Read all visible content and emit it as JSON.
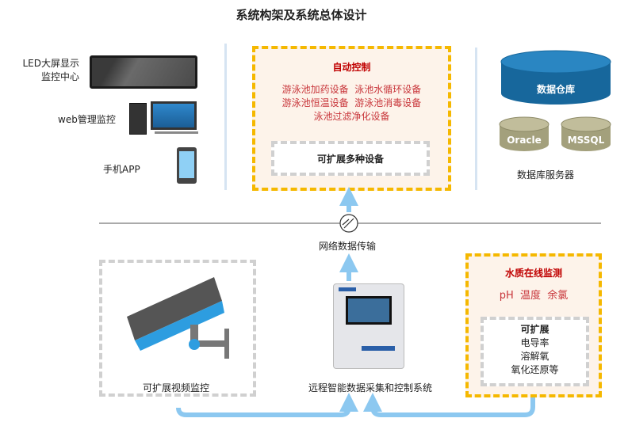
{
  "title": "系统构架及系统总体设计",
  "clients": {
    "led": [
      "LED大屏显示",
      "监控中心"
    ],
    "web": "web管理监控",
    "app": "手机APP"
  },
  "auto_control": {
    "heading": "自动控制",
    "lines": [
      "游泳池加药设备  泳池水循环设备",
      "游泳池恒温设备  游泳池消毒设备",
      "泳池过滤净化设备"
    ],
    "expandable": "可扩展多种设备"
  },
  "database": {
    "warehouse": "数据仓库",
    "dbs": [
      "Oracle",
      "MSSQL"
    ],
    "label": "数据库服务器"
  },
  "network_label": "网络数据传输",
  "video_label": "可扩展视频监控",
  "device_label": "远程智能数据采集和控制系统",
  "water_quality": {
    "heading": "水质在线监测",
    "params": "pH  温度  余氯",
    "expandable_title": "可扩展",
    "expandable_items": [
      "电导率",
      "溶解氧",
      "氧化还原等"
    ]
  },
  "colors": {
    "accent_orange": "#f5b800",
    "arrow_blue": "#8cc8f0",
    "db_blue": "#1a6fa5",
    "red_text": "#c00000"
  }
}
